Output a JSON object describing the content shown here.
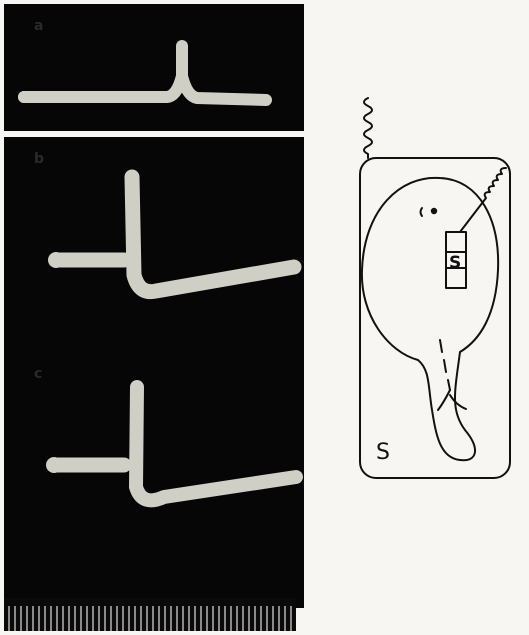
{
  "figure": {
    "panels": [
      {
        "letter": "a"
      },
      {
        "letter": "b"
      },
      {
        "letter": "c"
      }
    ],
    "diagram": {
      "electrode_label": "S",
      "corner_label": "S"
    },
    "colors": {
      "trace": "#cfcfc5",
      "panel_background": "#060606",
      "paper": "#f7f6f2",
      "ink": "#111111"
    }
  }
}
